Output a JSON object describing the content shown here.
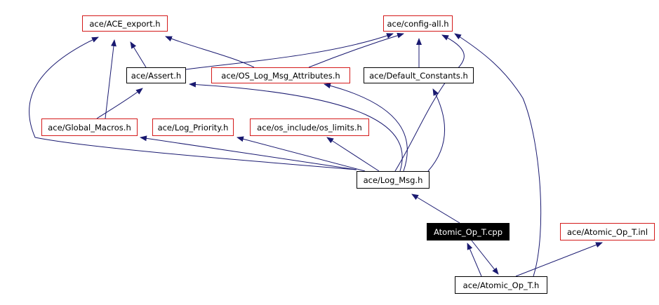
{
  "nodes": [
    {
      "id": "ace_export",
      "label": "ace/ACE_export.h",
      "style": "red"
    },
    {
      "id": "config_all",
      "label": "ace/config-all.h",
      "style": "red"
    },
    {
      "id": "assert",
      "label": "ace/Assert.h",
      "style": "black"
    },
    {
      "id": "os_log_msg_attr",
      "label": "ace/OS_Log_Msg_Attributes.h",
      "style": "red"
    },
    {
      "id": "default_constants",
      "label": "ace/Default_Constants.h",
      "style": "black"
    },
    {
      "id": "global_macros",
      "label": "ace/Global_Macros.h",
      "style": "red"
    },
    {
      "id": "log_priority",
      "label": "ace/Log_Priority.h",
      "style": "red"
    },
    {
      "id": "os_limits",
      "label": "ace/os_include/os_limits.h",
      "style": "red"
    },
    {
      "id": "log_msg",
      "label": "ace/Log_Msg.h",
      "style": "black"
    },
    {
      "id": "atomic_cpp",
      "label": "Atomic_Op_T.cpp",
      "style": "selected"
    },
    {
      "id": "atomic_inl",
      "label": "ace/Atomic_Op_T.inl",
      "style": "red"
    },
    {
      "id": "atomic_h",
      "label": "ace/Atomic_Op_T.h",
      "style": "black"
    }
  ],
  "edges": [
    {
      "from": "assert",
      "to": "ace_export"
    },
    {
      "from": "assert",
      "to": "config_all"
    },
    {
      "from": "os_log_msg_attr",
      "to": "ace_export"
    },
    {
      "from": "os_log_msg_attr",
      "to": "config_all"
    },
    {
      "from": "default_constants",
      "to": "config_all"
    },
    {
      "from": "global_macros",
      "to": "ace_export"
    },
    {
      "from": "global_macros",
      "to": "assert"
    },
    {
      "from": "log_msg",
      "to": "ace_export"
    },
    {
      "from": "log_msg",
      "to": "config_all"
    },
    {
      "from": "log_msg",
      "to": "assert"
    },
    {
      "from": "log_msg",
      "to": "os_log_msg_attr"
    },
    {
      "from": "log_msg",
      "to": "default_constants"
    },
    {
      "from": "log_msg",
      "to": "global_macros"
    },
    {
      "from": "log_msg",
      "to": "log_priority"
    },
    {
      "from": "log_msg",
      "to": "os_limits"
    },
    {
      "from": "atomic_cpp",
      "to": "log_msg"
    },
    {
      "from": "atomic_cpp",
      "to": "atomic_h"
    },
    {
      "from": "atomic_h",
      "to": "atomic_cpp"
    },
    {
      "from": "atomic_h",
      "to": "atomic_inl"
    },
    {
      "from": "atomic_h",
      "to": "config_all"
    }
  ],
  "colors": {
    "edge": "#191970",
    "red_border": "#d41a1a",
    "selected_fill": "#000000"
  }
}
